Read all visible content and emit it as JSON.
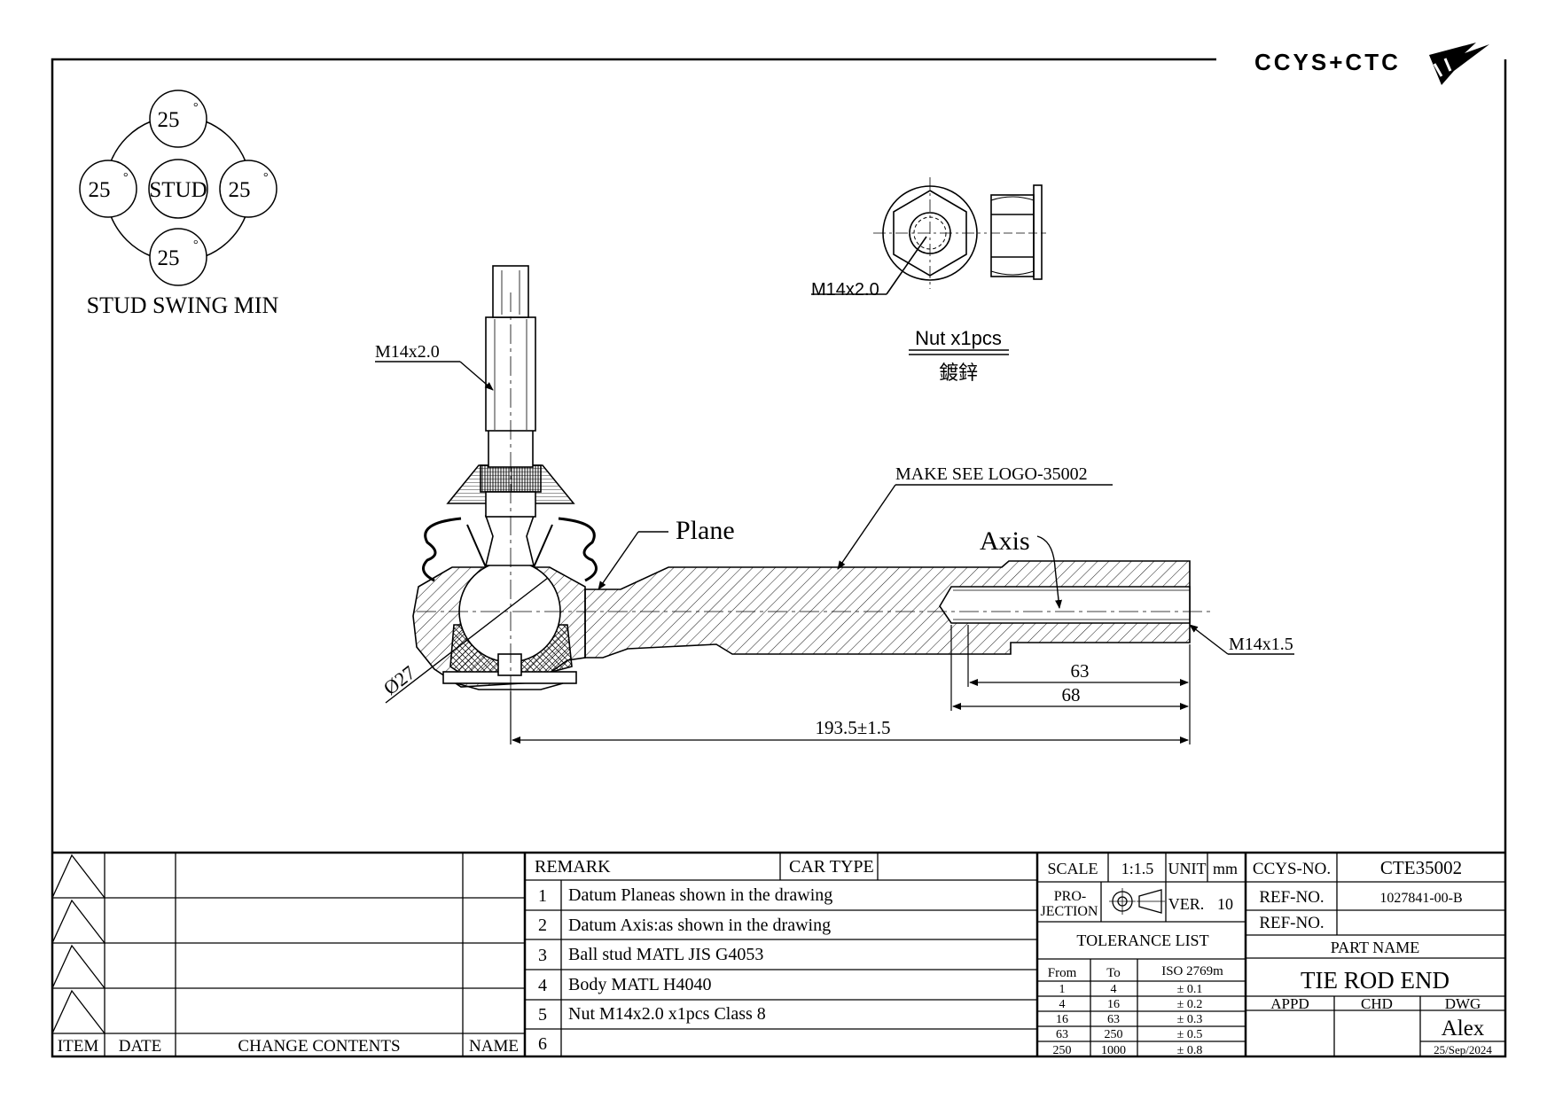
{
  "logo": {
    "text": "CCYS+CTC"
  },
  "swing": {
    "center_label": "STUD",
    "angles": [
      "25",
      "25",
      "25",
      "25"
    ],
    "degree_mark": "°",
    "caption": "STUD SWING MIN"
  },
  "nut": {
    "thread": "M14x2.0",
    "title": "Nut x1pcs",
    "finish": "鍍鋅"
  },
  "callouts": {
    "stud_thread": "M14x2.0",
    "logo_note": "MAKE SEE LOGO-35002",
    "plane": "Plane",
    "axis": "Axis",
    "inner_thread": "M14x1.5",
    "ball_dia": "Ø27"
  },
  "dimensions": {
    "thread_depth": "63",
    "bore_depth": "68",
    "overall": "193.5±1.5"
  },
  "revision": {
    "headers": [
      "ITEM",
      "DATE",
      "CHANGE CONTENTS",
      "NAME"
    ]
  },
  "remarks": {
    "header": "REMARK",
    "car_type_label": "CAR TYPE",
    "car_type_value": "",
    "items": [
      {
        "no": "1",
        "text": "Datum Planeas shown in the drawing"
      },
      {
        "no": "2",
        "text": "Datum Axis:as shown in the drawing"
      },
      {
        "no": "3",
        "text": "Ball stud MATL JIS G4053"
      },
      {
        "no": "4",
        "text": "Body MATL H4040"
      },
      {
        "no": "5",
        "text": "Nut M14x2.0 x1pcs Class 8"
      },
      {
        "no": "6",
        "text": ""
      }
    ]
  },
  "info": {
    "scale_label": "SCALE",
    "scale_value": "1:1.5",
    "unit_label": "UNIT",
    "unit_value": "mm",
    "projection_label_1": "PRO-",
    "projection_label_2": "JECTION",
    "ver_label": "VER.",
    "ver_value": "10",
    "tolerance_title": "TOLERANCE LIST",
    "tolerance_headers": [
      "From",
      "To",
      "ISO 2769m"
    ],
    "tolerances": [
      {
        "from": "1",
        "to": "4",
        "tol": "± 0.1"
      },
      {
        "from": "4",
        "to": "16",
        "tol": "± 0.2"
      },
      {
        "from": "16",
        "to": "63",
        "tol": "± 0.3"
      },
      {
        "from": "63",
        "to": "250",
        "tol": "± 0.5"
      },
      {
        "from": "250",
        "to": "1000",
        "tol": "± 0.8"
      }
    ]
  },
  "title_block": {
    "ccys_label": "CCYS-NO.",
    "ccys_value": "CTE35002",
    "ref_label": "REF-NO.",
    "ref_value": "1027841-00-B",
    "ref2_label": "REF-NO.",
    "ref2_value": "",
    "part_name_label": "PART NAME",
    "part_name": "TIE ROD END",
    "appd_label": "APPD",
    "chd_label": "CHD",
    "dwg_label": "DWG",
    "drawn_by": "Alex",
    "date": "25/Sep/2024"
  }
}
